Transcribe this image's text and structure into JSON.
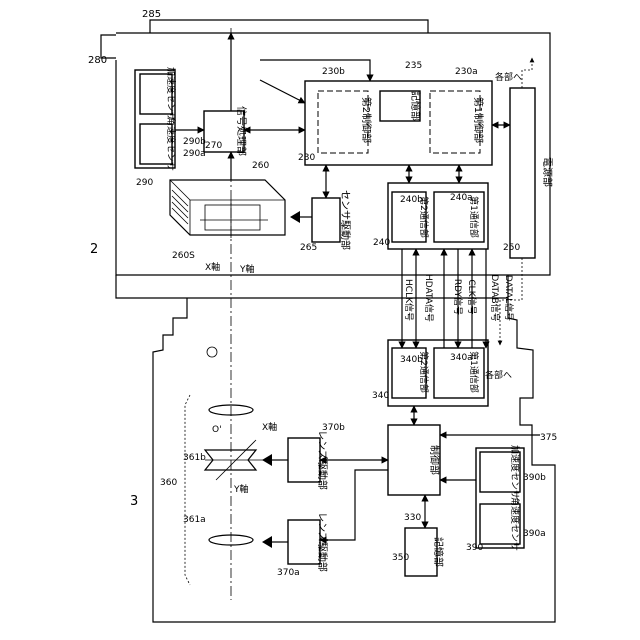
{
  "labels": {
    "accel": "加速度センサ",
    "gyro": "角速度センサ",
    "signal_proc": "信号処理部",
    "sensor_drive": "センサ駆動部",
    "ctrl2": "第2制御部",
    "memory": "記憶部",
    "ctrl1": "第1制御部",
    "comm2": "第2通信部",
    "comm1": "第1通信部",
    "power": "電源部",
    "control": "制御部",
    "lens_drive": "レンズ駆動部"
  },
  "signals": {
    "hclk": "HCLK信号",
    "hdata": "HDATA信号",
    "rdy": "RDY信号",
    "clk": "CLK信号",
    "datab": "DATAB信号",
    "datal": "DATAL信号"
  },
  "refs": {
    "r285": "285",
    "r280": "280",
    "r2": "2",
    "r3": "3",
    "r290b": "290b",
    "r290a": "290a",
    "r290": "290",
    "r270": "270",
    "r260": "260",
    "r260S": "260S",
    "xaxis": "X軸",
    "yaxis": "Y軸",
    "r265": "265",
    "r230b": "230b",
    "r235": "235",
    "r230a": "230a",
    "r230": "230",
    "r240b": "240b",
    "r240a": "240a",
    "r240": "240",
    "r250": "250",
    "r340b": "340b",
    "r340a": "340a",
    "r340": "340",
    "r375": "375",
    "r390b": "390b",
    "r390a": "390a",
    "r390": "390",
    "r330": "330",
    "r350": "350",
    "r370b": "370b",
    "r370a": "370a",
    "r360": "360",
    "r361b": "361b",
    "r361a": "361a",
    "oprime": "O'",
    "to_each": "各部へ"
  }
}
